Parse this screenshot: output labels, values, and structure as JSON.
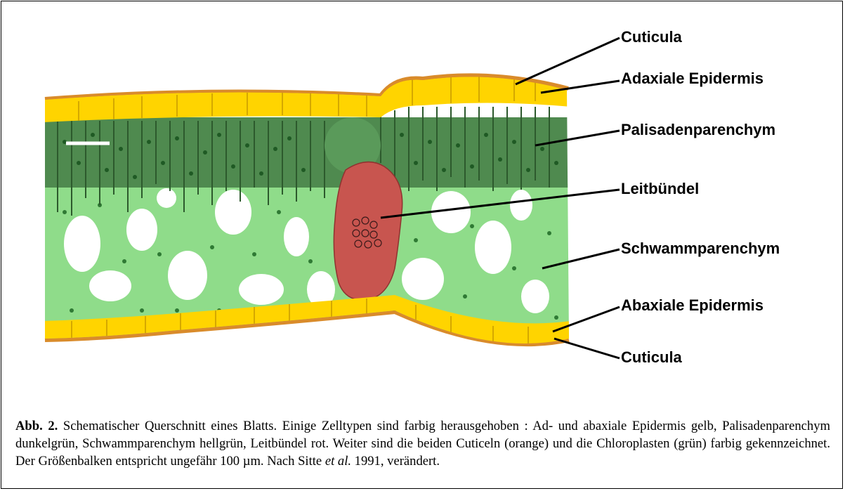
{
  "labels": {
    "cuticula_top": "Cuticula",
    "adaxiale_epidermis": "Adaxiale Epidermis",
    "palisadenparenchym": "Palisadenparenchym",
    "leitbuendel": "Leitbündel",
    "schwammparenchym": "Schwammparenchym",
    "abaxiale_epidermis": "Abaxiale Epidermis",
    "cuticula_bottom": "Cuticula"
  },
  "caption": {
    "prefix": "Abb. 2.",
    "text_1": " Schematischer Querschnitt eines Blatts. Einige Zelltypen sind farbig herausgehoben : Ad- und abaxiale Epidermis gelb, Palisadenparenchym dunkelgrün, Schwammparenchym hellgrün, Leitbündel rot. Weiter sind die beiden Cuticeln (orange) und die Chloroplasten (grün) farbig gekennzeichnet. Der Größenbalken entspricht ungefähr 100 µm. Nach Sitte ",
    "etal": "et al.",
    "text_2": " 1991, verändert."
  },
  "colors": {
    "epidermis": "#ffd400",
    "cuticle": "#d98b2b",
    "palisade": "#4f8a4f",
    "spongy": "#8fdc8a",
    "chloroplast": "#2f7a34",
    "vascular": "#c8554f"
  },
  "icons": [
    "scale-bar"
  ]
}
